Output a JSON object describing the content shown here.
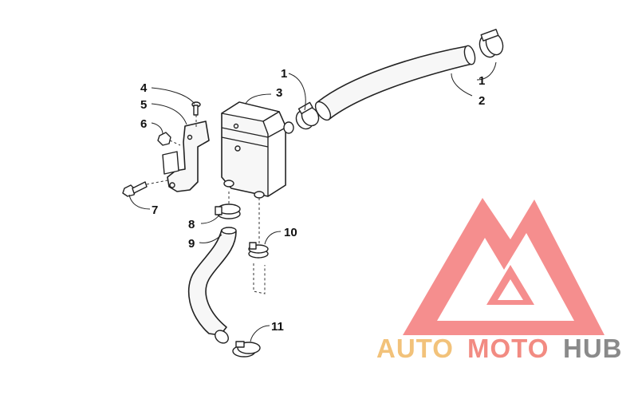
{
  "callouts": [
    {
      "id": "c1a",
      "label": "1"
    },
    {
      "id": "c1b",
      "label": "1"
    },
    {
      "id": "c2",
      "label": "2"
    },
    {
      "id": "c3",
      "label": "3"
    },
    {
      "id": "c4",
      "label": "4"
    },
    {
      "id": "c5",
      "label": "5"
    },
    {
      "id": "c6",
      "label": "6"
    },
    {
      "id": "c7",
      "label": "7"
    },
    {
      "id": "c8",
      "label": "8"
    },
    {
      "id": "c9",
      "label": "9"
    },
    {
      "id": "c10",
      "label": "10"
    },
    {
      "id": "c11",
      "label": "11"
    }
  ],
  "watermark": {
    "part1": "AUTO",
    "part2": "MOTO",
    "part3": "HUB",
    "colors": {
      "auto": "#f2c27a",
      "moto": "#f28b82",
      "hub": "#8a8a8a",
      "logo": "#f47b7b"
    }
  }
}
